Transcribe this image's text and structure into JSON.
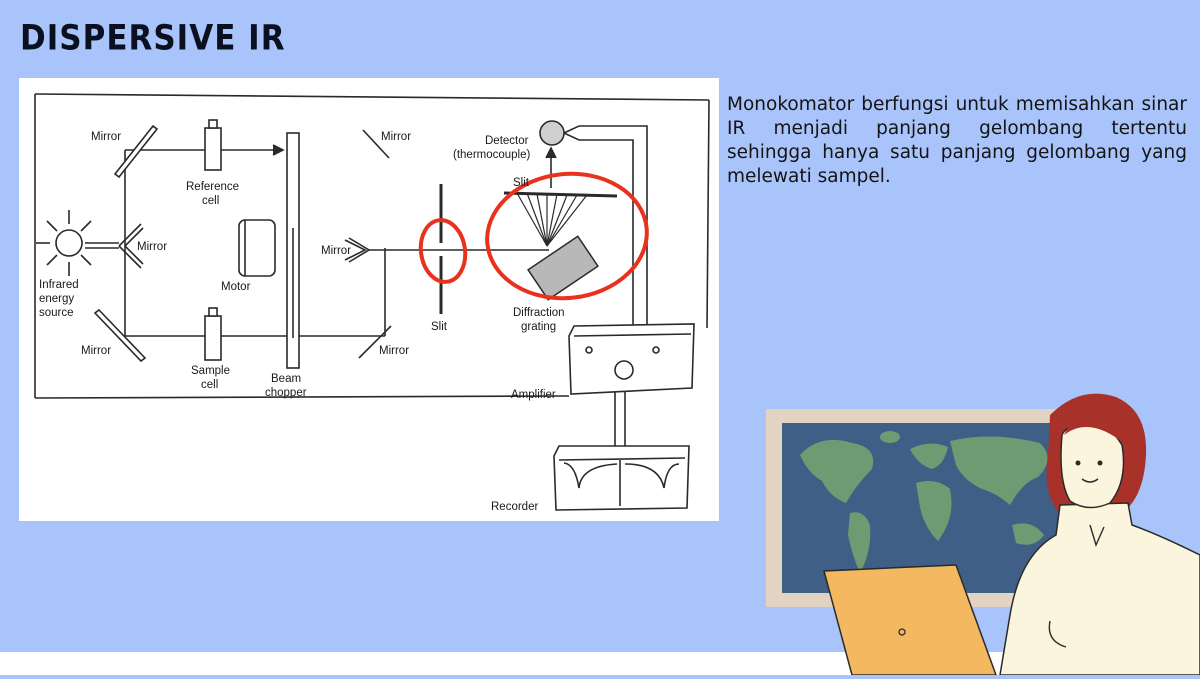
{
  "slide": {
    "title": "DISPERSIVE IR",
    "description": "Monokomator berfungsi untuk memisahkan sinar IR menjadi panjang gelombang tertentu sehingga hanya satu panjang gelombang yang melewati sampel."
  },
  "diagram": {
    "labels": {
      "mirror_top_left": "Mirror",
      "reference_cell_1": "Reference",
      "reference_cell_2": "cell",
      "mirror_top_right": "Mirror",
      "detector_1": "Detector",
      "detector_2": "(thermocouple)",
      "slit_top": "Slit",
      "mirror_source": "Mirror",
      "mirror_mid_right": "Mirror",
      "source_1": "Infrared",
      "source_2": "energy",
      "source_3": "source",
      "motor": "Motor",
      "slit_bottom": "Slit",
      "grating_1": "Diffraction",
      "grating_2": "grating",
      "mirror_bottom_left": "Mirror",
      "mirror_bottom_right": "Mirror",
      "sample_cell_1": "Sample",
      "sample_cell_2": "cell",
      "chopper_1": "Beam",
      "chopper_2": "chopper",
      "amplifier": "Amplifier",
      "recorder": "Recorder"
    },
    "colors": {
      "line": "#2a2a2a",
      "annotation": "#e8321e",
      "grating_fill": "#b8b8b8"
    }
  },
  "colors": {
    "background": "#a9c4fb",
    "map_ocean": "#3f5f86",
    "map_land": "#6e9b72",
    "laptop": "#f4b860",
    "hair": "#a8322a",
    "shirt": "#fbf5dd"
  }
}
